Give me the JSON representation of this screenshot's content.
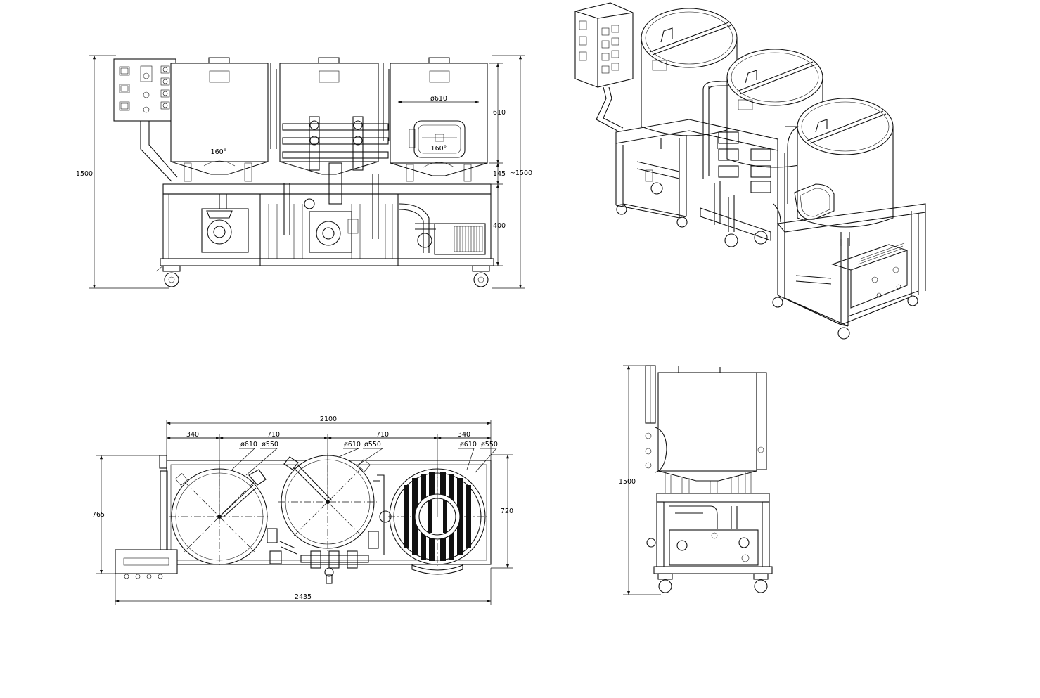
{
  "front_view": {
    "height_left": "1500",
    "height_right": "~1500",
    "vessel_height": "610",
    "cone_height": "145",
    "frame_height": "400",
    "vessel_diameter": "ø610",
    "cone_angle_left": "160°",
    "cone_angle_right": "160°"
  },
  "top_view": {
    "overall_width": "2100",
    "segment_1": "340",
    "segment_2": "710",
    "segment_3": "710",
    "segment_4": "340",
    "vessel_1_outer": "ø610",
    "vessel_1_inner": "ø550",
    "vessel_2_outer": "ø610",
    "vessel_2_inner": "ø550",
    "vessel_3_outer": "ø610",
    "vessel_3_inner": "ø550",
    "depth_left": "765",
    "depth_right": "720",
    "total_length": "2435"
  },
  "side_view": {
    "height": "1500"
  },
  "colors": {
    "line": "#111111",
    "background": "#ffffff"
  }
}
